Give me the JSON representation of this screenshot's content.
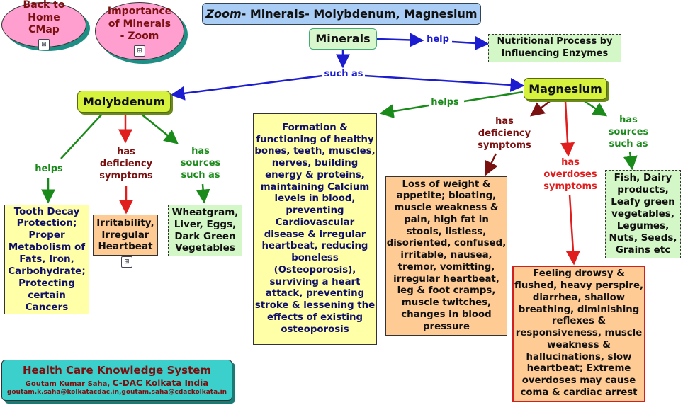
{
  "title": {
    "prefix": "Zoom",
    "rest": "- Minerals- Molybdenum, Magnesium"
  },
  "nav": {
    "back_home": "Back to Home CMap",
    "importance": "Importance of Minerals - Zoom",
    "cmap_icon": "concept-map-icon"
  },
  "concepts": {
    "minerals": "Minerals",
    "nutritional_process": "Nutritional Process by Influencing Enzymes",
    "molybdenum": "Molybdenum",
    "magnesium": "Magnesium",
    "mo_helps_target": "Tooth Decay Protection; Proper Metabolism of Fats, Iron, Carbohydrate; Protecting certain Cancers",
    "mo_deficiency_target": "Irritability, Irregular Heartbeat",
    "mo_sources_target": "Wheatgram, Liver, Eggs, Dark Green Vegetables",
    "mg_helps_target": "Formation & functioning of healthy bones, teeth, muscles, nerves, building energy & proteins, maintaining Calcium levels in blood, preventing Cardiovascular disease & irregular heartbeat, reducing boneless (Osteoporosis), surviving a heart attack, preventing stroke & lessening the effects of existing osteoporosis",
    "mg_deficiency_target": "Loss of weight & appetite; bloating, muscle weakness & pain, high fat in stools, listless, disoriented, confused, irritable, nausea, tremor, vomitting, irregular heartbeat, leg & foot cramps, muscle twitches, changes in blood pressure",
    "mg_overdose_target": "Feeling drowsy & flushed, heavy perspire, diarrhea, shallow breathing, diminishing reflexes & responsiveness, muscle weakness & hallucinations, slow heartbeat; Extreme overdoses may cause coma & cardiac arrest",
    "mg_sources_target": "Fish, Dairy products, Leafy green vegetables, Legumes, Nuts, Seeds, Grains etc"
  },
  "links": {
    "help": "help",
    "such_as": "such as",
    "mo_helps": "helps",
    "mo_deficiency": "has deficiency symptoms",
    "mo_sources": "has sources such as",
    "mg_helps": "helps",
    "mg_deficiency": "has deficiency symptoms",
    "mg_overdose": "has overdoses symptoms",
    "mg_sources": "has sources such as"
  },
  "footer": {
    "system": "Health Care Knowledge System",
    "author_prefix": "Goutam Kumar Saha, ",
    "org": "C-DAC Kolkata India",
    "emails": "goutam.k.saha@kolkatacdac.in,goutam.saha@cdackolkata.in"
  },
  "colors": {
    "blue_link": "#1c1cd0",
    "green_link": "#1a8a1a",
    "maroon_link": "#7a1010",
    "red_link": "#e01e1e"
  }
}
